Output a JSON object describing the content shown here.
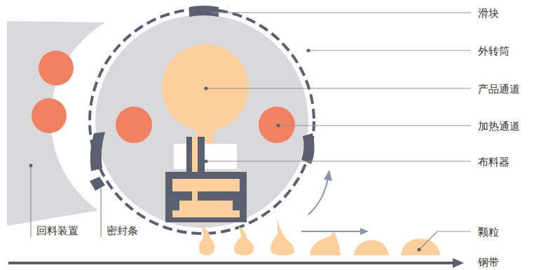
{
  "diagram": {
    "labels": [
      "滑块",
      "外转筒",
      "产品通道",
      "加热通道",
      "布料器",
      "颗粒",
      "钢带",
      "回料装置",
      "密封条"
    ]
  }
}
